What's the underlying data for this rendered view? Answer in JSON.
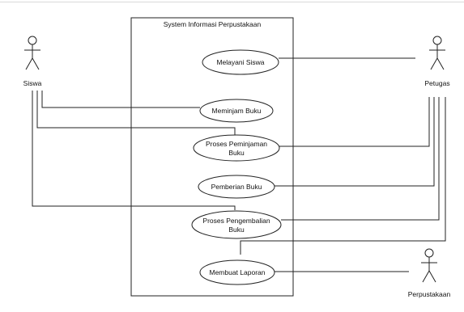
{
  "system": {
    "title": "System Informasi Perpustakaan"
  },
  "actors": {
    "siswa": "Siswa",
    "petugas": "Petugas",
    "perpustakaan": "Perpustakaan"
  },
  "use_cases": {
    "melayani_siswa": {
      "line1": "Melayani Siswa",
      "line2": ""
    },
    "meminjam_buku": {
      "line1": "Meminjam Buku",
      "line2": ""
    },
    "proses_peminjaman": {
      "line1": "Proses Peminjaman",
      "line2": "Buku"
    },
    "pemberian_buku": {
      "line1": "Pemberian Buku",
      "line2": ""
    },
    "proses_pengembalian": {
      "line1": "Proses Pengembalian",
      "line2": "Buku"
    },
    "membuat_laporan": {
      "line1": "Membuat Laporan",
      "line2": ""
    }
  }
}
